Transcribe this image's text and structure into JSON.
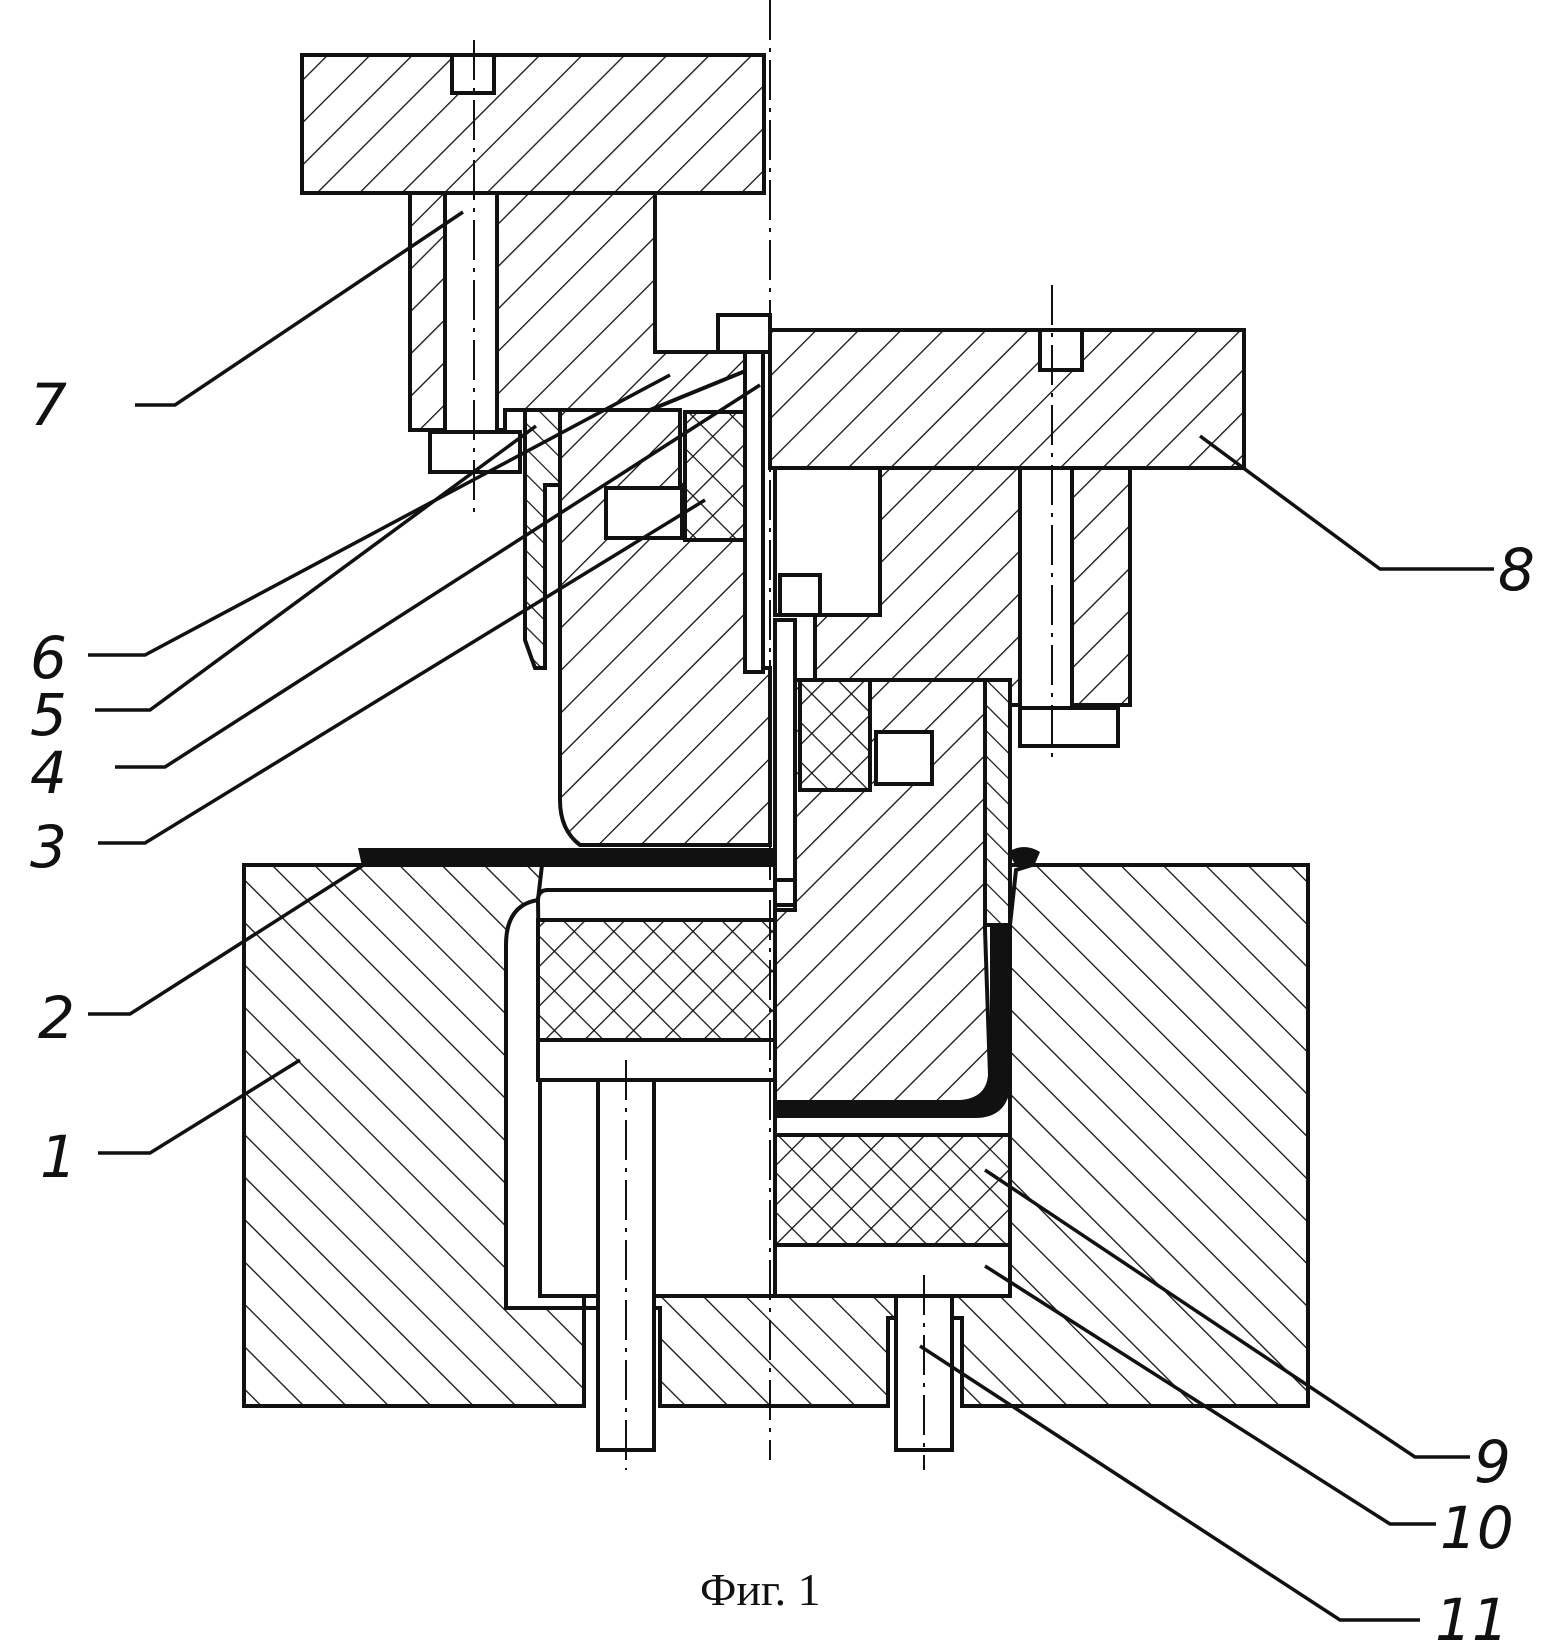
{
  "figure": {
    "caption": "Фиг. 1",
    "callouts": [
      {
        "id": "1",
        "label": "1"
      },
      {
        "id": "2",
        "label": "2"
      },
      {
        "id": "3",
        "label": "3"
      },
      {
        "id": "4",
        "label": "4"
      },
      {
        "id": "5",
        "label": "5"
      },
      {
        "id": "6",
        "label": "6"
      },
      {
        "id": "7",
        "label": "7"
      },
      {
        "id": "8",
        "label": "8"
      },
      {
        "id": "9",
        "label": "9"
      },
      {
        "id": "10",
        "label": "10"
      },
      {
        "id": "11",
        "label": "11"
      }
    ]
  }
}
